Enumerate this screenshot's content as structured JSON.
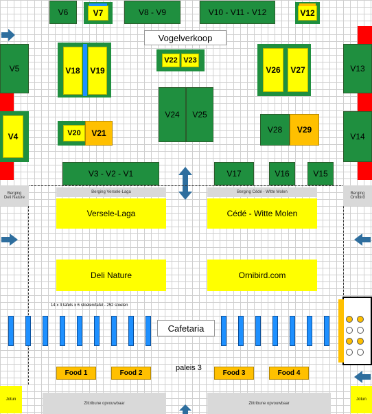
{
  "title": "Vogelverkoop",
  "stands": [
    {
      "id": "v6",
      "label": "V6",
      "color": "green"
    },
    {
      "id": "v7",
      "label": "V7",
      "color": "yellow"
    },
    {
      "id": "v8-v9",
      "label": "V8 - V9",
      "color": "green"
    },
    {
      "id": "v10-v11-v12",
      "label": "V10 - V11 - V12",
      "color": "green"
    },
    {
      "id": "v12",
      "label": "V12",
      "color": "yellow"
    },
    {
      "id": "v5",
      "label": "V5",
      "color": "green"
    },
    {
      "id": "v18",
      "label": "V18",
      "color": "yellow"
    },
    {
      "id": "v19",
      "label": "V19",
      "color": "yellow"
    },
    {
      "id": "v22",
      "label": "V22",
      "color": "yellow"
    },
    {
      "id": "v23",
      "label": "V23",
      "color": "yellow"
    },
    {
      "id": "v26",
      "label": "V26",
      "color": "yellow"
    },
    {
      "id": "v27",
      "label": "V27",
      "color": "yellow"
    },
    {
      "id": "v13",
      "label": "V13",
      "color": "green"
    },
    {
      "id": "v24",
      "label": "V24",
      "color": "green"
    },
    {
      "id": "v25",
      "label": "V25",
      "color": "green"
    },
    {
      "id": "v4",
      "label": "V4",
      "color": "yellow"
    },
    {
      "id": "v20",
      "label": "V20",
      "color": "yellow"
    },
    {
      "id": "v21",
      "label": "V21",
      "color": "orange"
    },
    {
      "id": "v28",
      "label": "V28",
      "color": "green"
    },
    {
      "id": "v29",
      "label": "V29",
      "color": "orange"
    },
    {
      "id": "v14",
      "label": "V14",
      "color": "green"
    },
    {
      "id": "v3-v2-v1",
      "label": "V3 - V2 - V1",
      "color": "green"
    },
    {
      "id": "v17",
      "label": "V17",
      "color": "green"
    },
    {
      "id": "v16",
      "label": "V16",
      "color": "green"
    },
    {
      "id": "v15",
      "label": "V15",
      "color": "green"
    }
  ],
  "storage": {
    "left": [
      "Berging",
      "Deli Nature"
    ],
    "versele": "Berging Versele-Laga",
    "cede": "Berging Cédé - Witte Molen",
    "right": [
      "Berging",
      "Ornibird"
    ]
  },
  "sponsors": {
    "versele": "Versele-Laga",
    "cede": "Cédé - Witte Molen",
    "deli": "Deli Nature",
    "ornibird": "Ornibird.com"
  },
  "table_note": "14 x 3 tafels x 6 stoelen/tafel - 252 stoelen",
  "cafetaria": "Cafetaria",
  "hall": "paleis 3",
  "food": [
    "Food 1",
    "Food 2",
    "Food 3",
    "Food 4"
  ],
  "jotun": [
    "Jotun",
    "Jotun"
  ],
  "tribunes": [
    "Zittribune opvouwbaar",
    "Zittribune opvouwbaar"
  ],
  "colors": {
    "green": "#1f8f3f",
    "yellow": "#ffff00",
    "orange": "#ffc000",
    "blue": "#1e90ff",
    "arrow": "#2e6e9e",
    "red": "#ff0000",
    "grey": "#d9d9d9"
  },
  "icons": [
    "arrow-right-icon",
    "arrow-left-icon",
    "double-arrow-vertical-icon",
    "arrow-up-icon"
  ]
}
